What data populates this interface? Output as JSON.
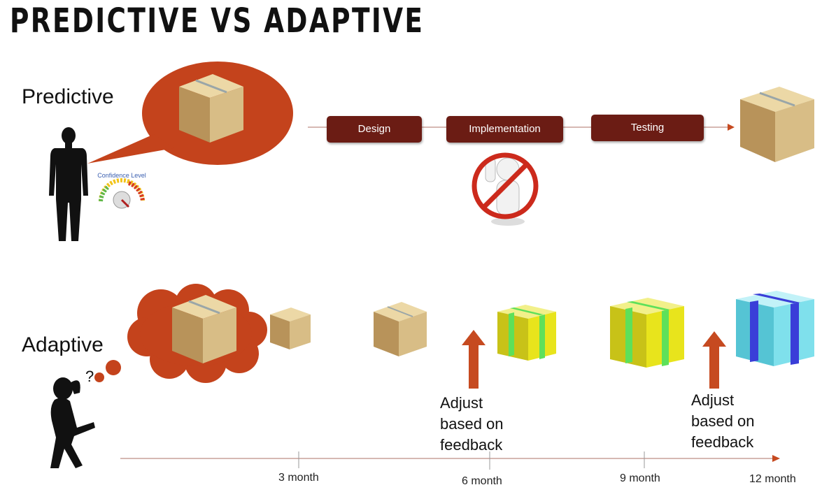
{
  "title": "PREDICTIVE VS ADAPTIVE",
  "predictive": {
    "label": "Predictive",
    "stages": [
      "Design",
      "Implementation",
      "Testing"
    ],
    "gauge_label": "Confidence Level"
  },
  "adaptive": {
    "label": "Adaptive",
    "feedback_label": "Adjust based on feedback",
    "question_marks": "?",
    "timeline_ticks": [
      "3 month",
      "6 month",
      "9 month",
      "12 month"
    ]
  },
  "colors": {
    "bubble": "#c4431c",
    "stage_bg": "#6b1c14",
    "arrow": "#c64a20",
    "box_brown": "#d8bd86",
    "box_yellow": "#e8e41c",
    "box_cyan": "#7fe0ec",
    "ribbon_green": "#5ee05a",
    "ribbon_blue": "#3a3ed8"
  }
}
